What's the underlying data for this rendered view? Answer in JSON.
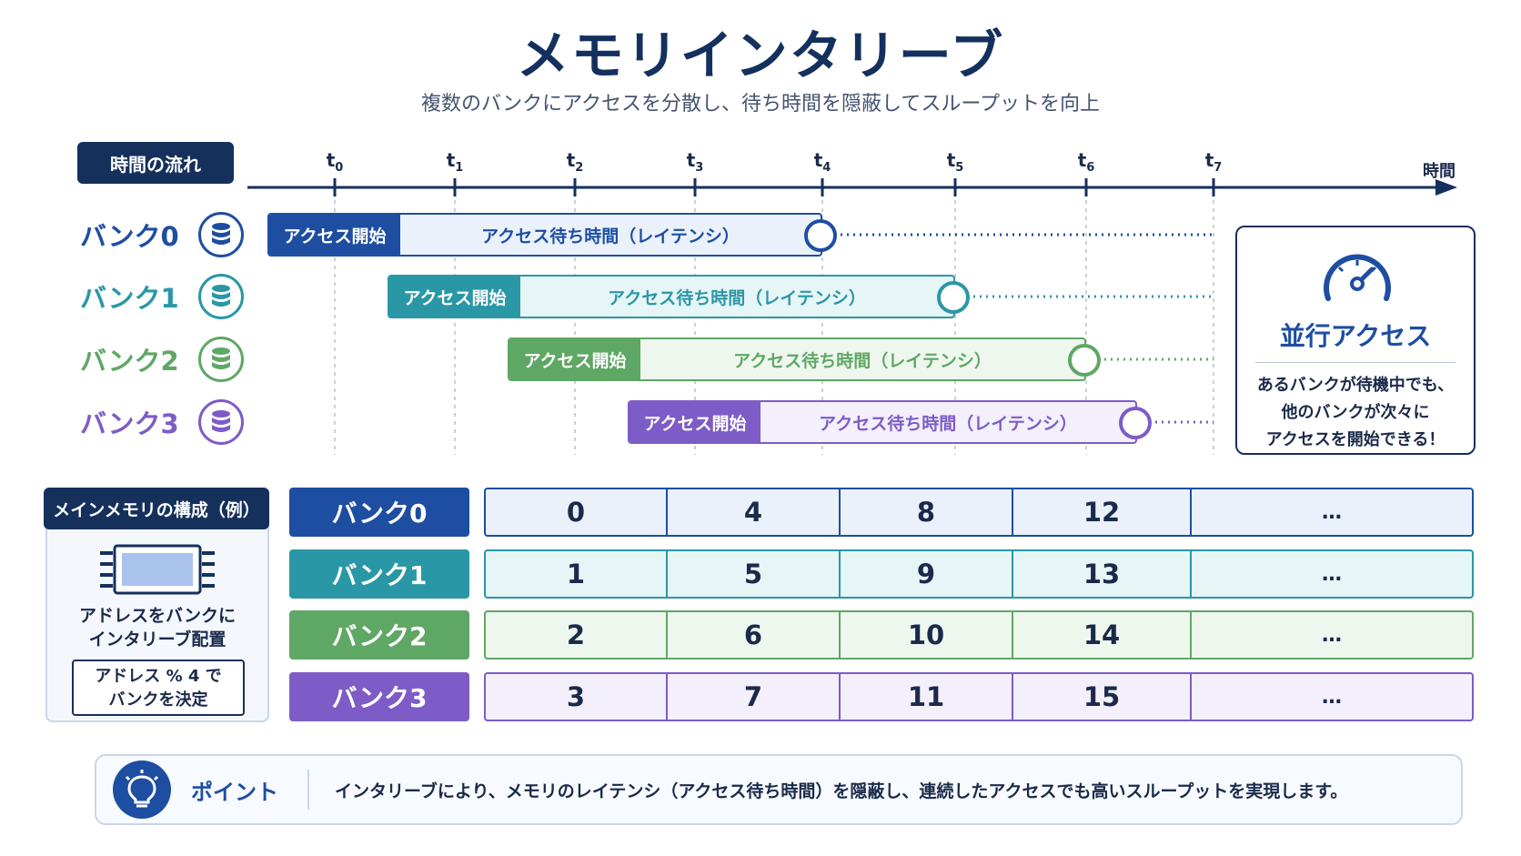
{
  "title": "メモリインタリーブ",
  "subtitle": "複数のバンクにアクセスを分散し、待ち時間を隠蔽してスループットを向上",
  "timeline": {
    "label": "時間の流れ",
    "axis_label": "時間",
    "ticks": [
      "t",
      "t",
      "t",
      "t",
      "t",
      "t",
      "t",
      "t"
    ],
    "tick_subs": [
      "0",
      "1",
      "2",
      "3",
      "4",
      "5",
      "6",
      "7"
    ]
  },
  "banks": [
    {
      "name": "バンク0",
      "start_label": "アクセス開始",
      "latency_label": "アクセス待ち時間（レイテンシ）",
      "color": "#1e4ea2",
      "light": "#eaf1fb",
      "start_tick": 0,
      "end_tick": 4
    },
    {
      "name": "バンク1",
      "start_label": "アクセス開始",
      "latency_label": "アクセス待ち時間（レイテンシ）",
      "color": "#2a97a6",
      "light": "#e6f5f6",
      "start_tick": 1,
      "end_tick": 5
    },
    {
      "name": "バンク2",
      "start_label": "アクセス開始",
      "latency_label": "アクセス待ち時間（レイテンシ）",
      "color": "#5fa765",
      "light": "#eef7ee",
      "start_tick": 2,
      "end_tick": 6
    },
    {
      "name": "バンク3",
      "start_label": "アクセス開始",
      "latency_label": "アクセス待ち時間（レイテンシ）",
      "color": "#7d5cc7",
      "light": "#f3effb",
      "start_tick": 3,
      "end_tick": 6.4
    }
  ],
  "parallel": {
    "title": "並行アクセス",
    "lines": [
      "あるバンクが待機中でも、",
      "他のバンクが次々に",
      "アクセスを開始できる！"
    ]
  },
  "memory": {
    "header": "メインメモリの構成（例）",
    "desc_lines": [
      "アドレスをバンクに",
      "インタリーブ配置"
    ],
    "rule_lines": [
      "アドレス % 4 で",
      "バンクを決定"
    ]
  },
  "table": {
    "rows": [
      {
        "bank": "バンク0",
        "cells": [
          "0",
          "4",
          "8",
          "12",
          "…"
        ]
      },
      {
        "bank": "バンク1",
        "cells": [
          "1",
          "5",
          "9",
          "13",
          "…"
        ]
      },
      {
        "bank": "バンク2",
        "cells": [
          "2",
          "6",
          "10",
          "14",
          "…"
        ]
      },
      {
        "bank": "バンク3",
        "cells": [
          "3",
          "7",
          "11",
          "15",
          "…"
        ]
      }
    ]
  },
  "point": {
    "label": "ポイント",
    "text": "インタリーブにより、メモリのレイテンシ（アクセス待ち時間）を隠蔽し、連続したアクセスでも高いスループットを実現します。"
  }
}
